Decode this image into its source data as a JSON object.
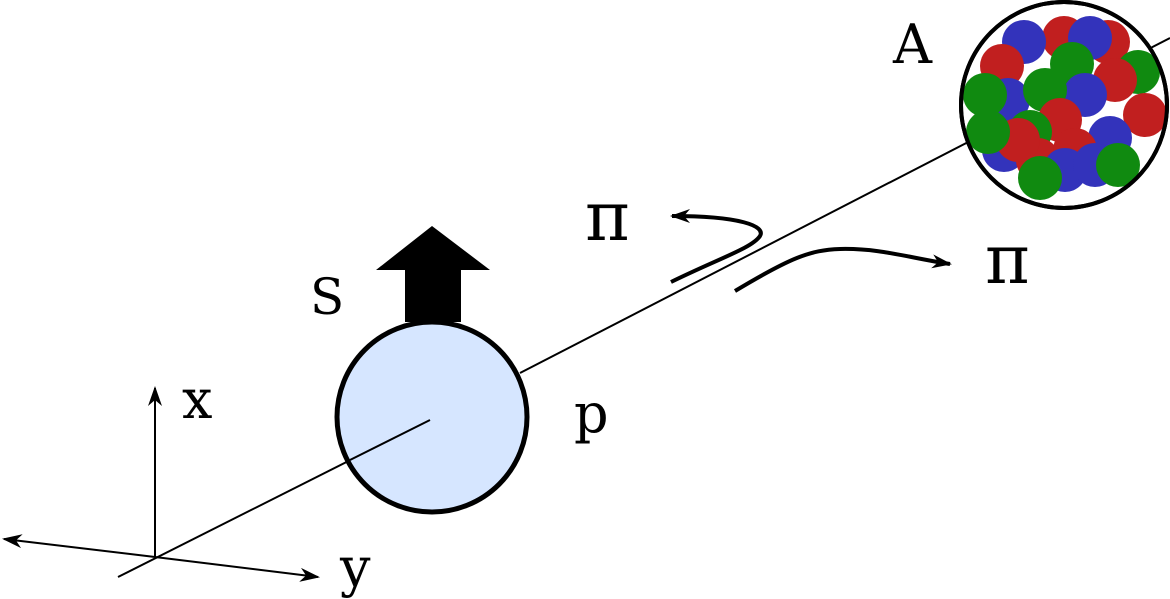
{
  "labels": {
    "spin": "S",
    "proton": "p",
    "nucleus": "A",
    "pion_left": "π",
    "pion_right": "π",
    "axis_x": "x",
    "axis_y": "y"
  },
  "colors": {
    "proton_fill": "#d6e6ff",
    "stroke": "#000000",
    "nucleon_red": "#c11f1f",
    "nucleon_blue": "#3333bb",
    "nucleon_green": "#108a10"
  },
  "nucleons": [
    {
      "color": "red"
    },
    {
      "color": "blue"
    },
    {
      "color": "red"
    },
    {
      "color": "blue"
    },
    {
      "color": "red"
    },
    {
      "color": "green"
    },
    {
      "color": "green"
    },
    {
      "color": "blue"
    },
    {
      "color": "green"
    },
    {
      "color": "red"
    },
    {
      "color": "red"
    },
    {
      "color": "blue"
    },
    {
      "color": "green"
    },
    {
      "color": "red"
    },
    {
      "color": "blue"
    },
    {
      "color": "green"
    },
    {
      "color": "blue"
    },
    {
      "color": "red"
    },
    {
      "color": "red"
    },
    {
      "color": "blue"
    },
    {
      "color": "green"
    },
    {
      "color": "blue"
    },
    {
      "color": "red"
    },
    {
      "color": "green"
    },
    {
      "color": "green"
    }
  ]
}
